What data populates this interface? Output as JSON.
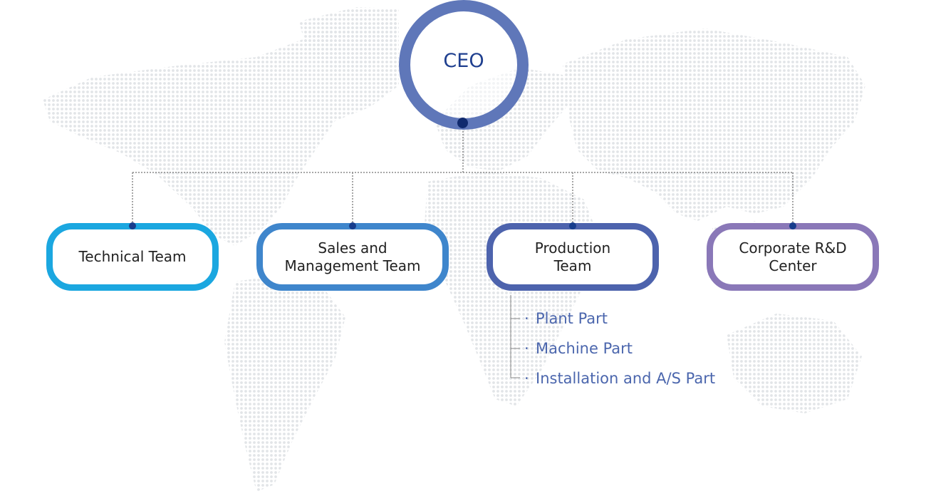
{
  "colors": {
    "ceo_ring": "#5f77b9",
    "ceo_text": "#1f3f8f",
    "technical": "#1ba7e0",
    "sales": "#3f86cc",
    "production": "#4d63ad",
    "rnd": "#8a78b8",
    "dot": "#173d8c",
    "sub_text": "#4b66ad",
    "map_dots": "#e2e5e8"
  },
  "ceo": {
    "label": "CEO"
  },
  "teams": [
    {
      "label": "Technical Team"
    },
    {
      "label": "Sales and\nManagement Team"
    },
    {
      "label": "Production\nTeam"
    },
    {
      "label": "Corporate R&D\nCenter"
    }
  ],
  "production_parts": [
    {
      "bullet": "·",
      "label": "Plant Part"
    },
    {
      "bullet": "·",
      "label": "Machine Part"
    },
    {
      "bullet": "·",
      "label": "Installation and A/S Part"
    }
  ]
}
